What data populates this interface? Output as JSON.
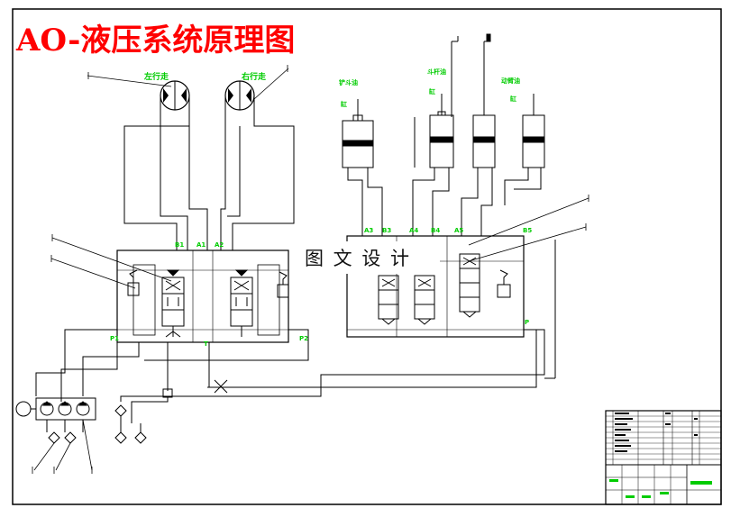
{
  "title": "AO-液压系统原理图",
  "watermark": "图 文 设 计",
  "colors": {
    "title": "#ff0000",
    "label": "#00cc00",
    "line": "#000000",
    "background": "#ffffff"
  },
  "labels": {
    "left_travel": "左行走",
    "right_travel": "右行走",
    "bucket_cyl_a": "铲斗油",
    "bucket_cyl_b": "缸",
    "stick_cyl_a": "斗杆油",
    "stick_cyl_b": "缸",
    "boom_cyl_a": "动臂油",
    "boom_cyl_b": "缸"
  },
  "ports": {
    "left_valve": [
      "B1",
      "A1",
      "A2"
    ],
    "right_valve": [
      "A3",
      "B3",
      "A4",
      "B4",
      "A5",
      "B5"
    ],
    "p1": "P1",
    "t": "T",
    "p2": "P2",
    "p": "P"
  }
}
